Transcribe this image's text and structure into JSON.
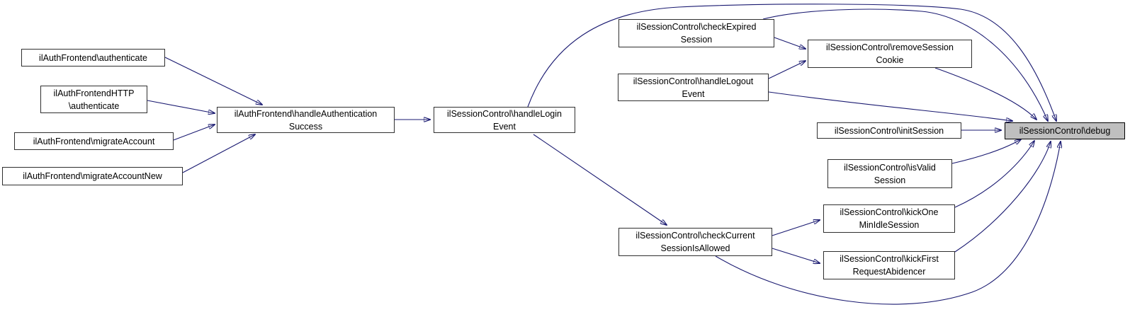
{
  "diagram": {
    "kind": "call-graph",
    "background": "#ffffff",
    "edge_color": "#191970",
    "node_border_color": "#2f2f2f",
    "node_fill": "#ffffff",
    "highlight_fill": "#bfbfbf",
    "text_color": "#000000"
  },
  "nodes": {
    "authenticate": {
      "label": "ilAuthFrontend\\authenticate"
    },
    "http_authenticate": {
      "label": "ilAuthFrontendHTTP\n\\authenticate"
    },
    "migrate_account": {
      "label": "ilAuthFrontend\\migrateAccount"
    },
    "migrate_account_new": {
      "label": "ilAuthFrontend\\migrateAccountNew"
    },
    "handle_auth_success": {
      "label": "ilAuthFrontend\\handleAuthentication\nSuccess"
    },
    "handle_login_event": {
      "label": "ilSessionControl\\handleLogin\nEvent"
    },
    "check_expired_session": {
      "label": "ilSessionControl\\checkExpired\nSession"
    },
    "handle_logout_event": {
      "label": "ilSessionControl\\handleLogout\nEvent"
    },
    "remove_session_cookie": {
      "label": "ilSessionControl\\removeSession\nCookie"
    },
    "init_session": {
      "label": "ilSessionControl\\initSession"
    },
    "is_valid_session": {
      "label": "ilSessionControl\\isValid\nSession"
    },
    "check_current_session_is_allowed": {
      "label": "ilSessionControl\\checkCurrent\nSessionIsAllowed"
    },
    "kick_one_min_idle_session": {
      "label": "ilSessionControl\\kickOne\nMinIdleSession"
    },
    "kick_first_request_abidencer": {
      "label": "ilSessionControl\\kickFirst\nRequestAbidencer"
    },
    "debug": {
      "label": "ilSessionControl\\debug",
      "highlighted": true
    }
  }
}
